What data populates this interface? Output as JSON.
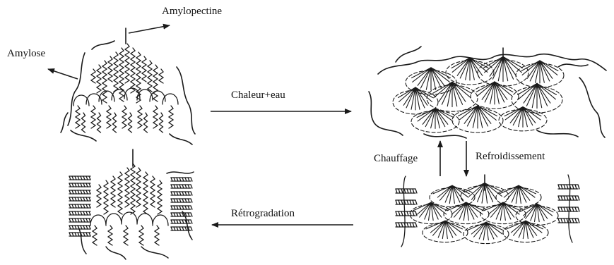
{
  "labels": {
    "amylopectine": "Amylopectine",
    "amylose": "Amylose",
    "chaleur_eau": "Chaleur+eau",
    "chauffage": "Chauffage",
    "refroidissement": "Refroidissement",
    "retrogradation": "Rétrogradation"
  },
  "colors": {
    "ink": "#1a1a1a",
    "background": "#ffffff"
  }
}
